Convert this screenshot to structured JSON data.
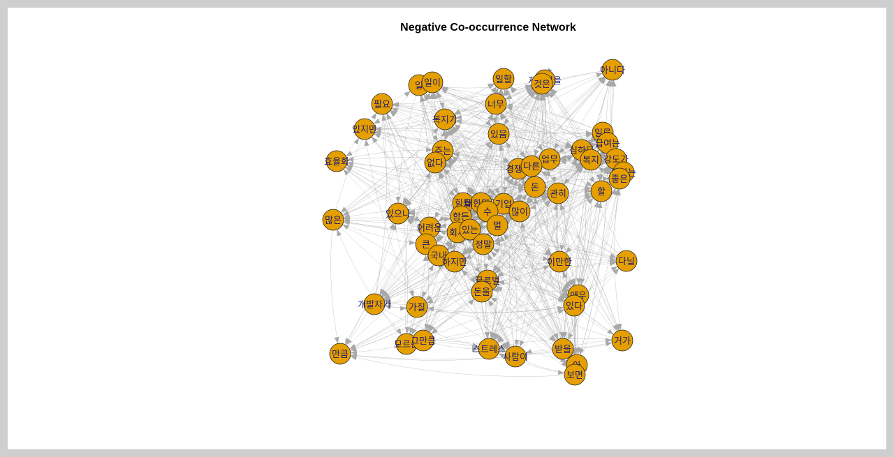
{
  "title": "Negative Co-occurrence Network",
  "colors": {
    "node_fill": "#E69F00",
    "node_stroke": "#222222",
    "edge": "#9a9a9a",
    "label": "#1a1a6e",
    "background": "#ffffff",
    "frame": "#cfcfcf"
  },
  "nodes": [
    {
      "id": "일",
      "label": "일"
    },
    {
      "id": "일이",
      "label": "일이"
    },
    {
      "id": "일할",
      "label": "일할"
    },
    {
      "id": "자부심을",
      "label": "자부심을"
    },
    {
      "id": "것은",
      "label": "것은"
    },
    {
      "id": "아니다",
      "label": "아니다"
    },
    {
      "id": "필요",
      "label": "필요"
    },
    {
      "id": "복지가",
      "label": "복지가"
    },
    {
      "id": "너무",
      "label": "너무"
    },
    {
      "id": "있지만",
      "label": "있지만"
    },
    {
      "id": "있음",
      "label": "있음"
    },
    {
      "id": "일류",
      "label": "일류"
    },
    {
      "id": "급여는",
      "label": "급여는"
    },
    {
      "id": "효율화",
      "label": "효율화"
    },
    {
      "id": "주는",
      "label": "주는"
    },
    {
      "id": "없다",
      "label": "없다"
    },
    {
      "id": "심하다",
      "label": "심하다"
    },
    {
      "id": "복지",
      "label": "복지"
    },
    {
      "id": "강도가",
      "label": "강도가"
    },
    {
      "id": "업무",
      "label": "업무"
    },
    {
      "id": "경쟁이",
      "label": "경쟁이"
    },
    {
      "id": "다른",
      "label": "다른"
    },
    {
      "id": "일하는",
      "label": "일하는"
    },
    {
      "id": "좋은",
      "label": "좋은"
    },
    {
      "id": "돈",
      "label": "돈"
    },
    {
      "id": "관히",
      "label": "관히"
    },
    {
      "id": "할",
      "label": "할"
    },
    {
      "id": "힘들",
      "label": "힘들"
    },
    {
      "id": "대한민국",
      "label": "대한민국"
    },
    {
      "id": "기업",
      "label": "기업"
    },
    {
      "id": "있으나",
      "label": "있으나"
    },
    {
      "id": "수",
      "label": "수"
    },
    {
      "id": "많이",
      "label": "많이"
    },
    {
      "id": "많은",
      "label": "많은"
    },
    {
      "id": "함든",
      "label": "함든"
    },
    {
      "id": "벌",
      "label": "벌"
    },
    {
      "id": "어려운",
      "label": "어려운"
    },
    {
      "id": "회사",
      "label": "회사"
    },
    {
      "id": "있는",
      "label": "있는"
    },
    {
      "id": "큰",
      "label": "큰"
    },
    {
      "id": "정말",
      "label": "정말"
    },
    {
      "id": "국내",
      "label": "국내"
    },
    {
      "id": "하지만",
      "label": "하지만"
    },
    {
      "id": "이만한",
      "label": "이만한"
    },
    {
      "id": "다닐",
      "label": "다닐"
    },
    {
      "id": "글로벌",
      "label": "글로벌"
    },
    {
      "id": "돈을",
      "label": "돈을"
    },
    {
      "id": "매우",
      "label": "매우"
    },
    {
      "id": "있다",
      "label": "있다"
    },
    {
      "id": "개발자가",
      "label": "개발자가"
    },
    {
      "id": "가질",
      "label": "가질"
    },
    {
      "id": "거가",
      "label": "거가"
    },
    {
      "id": "모르는",
      "label": "모르는"
    },
    {
      "id": "그만큼",
      "label": "그만큼"
    },
    {
      "id": "스트레스",
      "label": "스트레스"
    },
    {
      "id": "받을",
      "label": "받을"
    },
    {
      "id": "만큼",
      "label": "만큼"
    },
    {
      "id": "사람이",
      "label": "사람이"
    },
    {
      "id": "아",
      "label": "아"
    },
    {
      "id": "보면",
      "label": "보면"
    }
  ]
}
